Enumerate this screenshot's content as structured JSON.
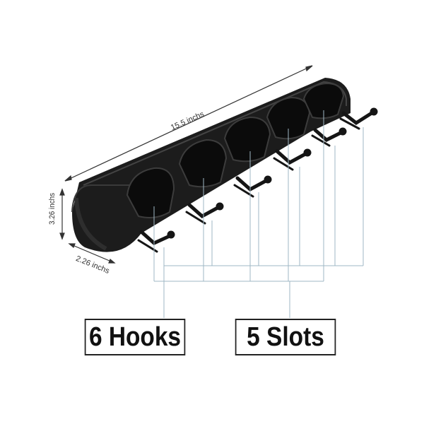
{
  "labels": {
    "hooks": "6 Hooks",
    "slots": "5 Slots"
  },
  "dimensions": {
    "length": "15.5 inchs",
    "height": "3.26 inchs",
    "depth": "2.26 inchs"
  },
  "colors": {
    "rack_body": "#1c1c1c",
    "rack_highlight": "#3a3a3a",
    "leader_line": "#9fb7c4",
    "dim_line": "#333333",
    "box_border": "#222222"
  }
}
